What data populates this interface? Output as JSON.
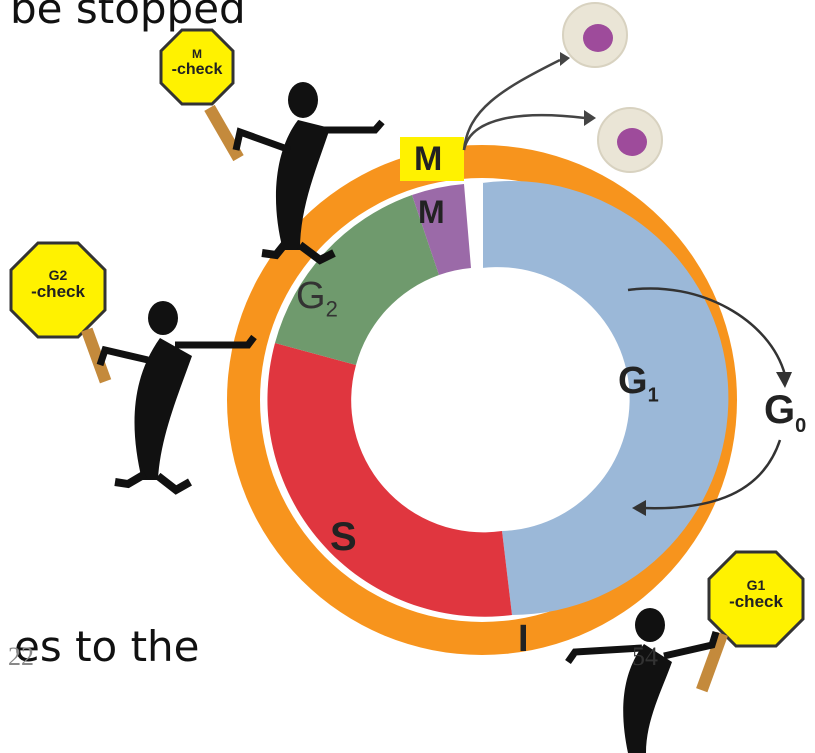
{
  "slide": {
    "top_text": "be stopped",
    "bottom_text": "es to the",
    "left_page_num": "22",
    "page_number": "54"
  },
  "cycle": {
    "outer_ring_label_top": "M",
    "outer_ring_label_bottom": "I",
    "inner_labels": {
      "m": "M",
      "g2": "G",
      "g2_sub": "2",
      "g1": "G",
      "g1_sub": "1",
      "s": "S"
    },
    "g0_label": "G",
    "g0_sub": "0",
    "colors": {
      "outer_ring": "#f7941d",
      "m_phase": "#9b6aa8",
      "g1_phase": "#9bb8d8",
      "s_phase": "#e0363f",
      "g2_phase": "#6f9a6d",
      "m_outer_box": "#fff200"
    }
  },
  "checkpoints": [
    {
      "line1": "M",
      "line2": "-check"
    },
    {
      "line1": "G2",
      "line2": "-check"
    },
    {
      "line1": "G1",
      "line2": "-check"
    }
  ]
}
